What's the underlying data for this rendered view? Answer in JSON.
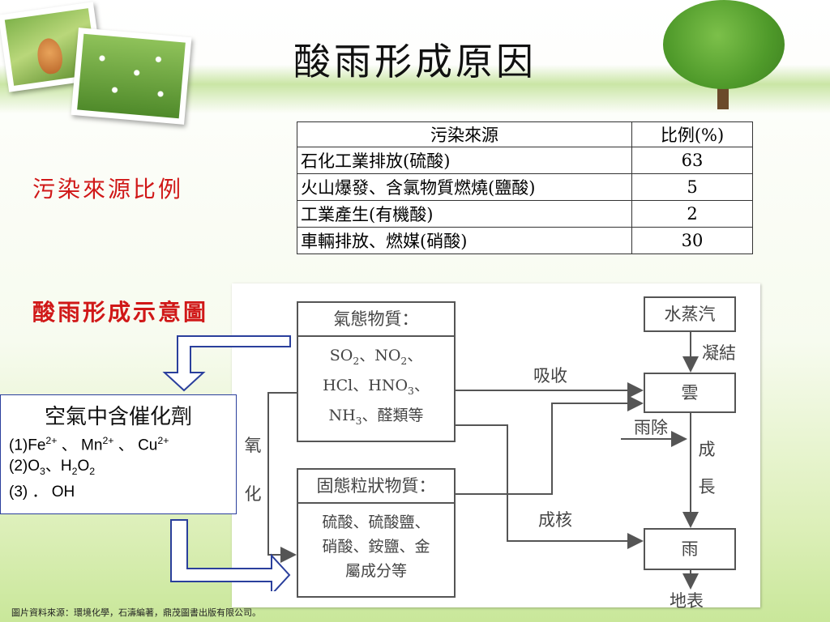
{
  "title": "酸雨形成原因",
  "table": {
    "headers": [
      "污染來源",
      "比例(%)"
    ],
    "rows": [
      {
        "source": "石化工業排放(硫酸)",
        "pct": "63"
      },
      {
        "source": "火山爆發、含氯物質燃燒(鹽酸)",
        "pct": "5"
      },
      {
        "source": "工業產生(有機酸)",
        "pct": "2"
      },
      {
        "source": "車輛排放、燃媒(硝酸)",
        "pct": "30"
      }
    ]
  },
  "labels": {
    "source_ratio": "污染來源比例",
    "diagram_title": "酸雨形成示意圖"
  },
  "diagram": {
    "gas_box_title": "氣態物質：",
    "gas_line1_a": "SO",
    "gas_line1_b": "2",
    "gas_line1_c": "、NO",
    "gas_line1_d": "2",
    "gas_line1_e": "、",
    "gas_line2_a": "HCl、HNO",
    "gas_line2_b": "3",
    "gas_line2_c": "、",
    "gas_line3_a": "NH",
    "gas_line3_b": "3",
    "gas_line3_c": "、醛類等",
    "solid_box_title": "固態粒狀物質：",
    "solid_line1": "硫酸、硫酸鹽、",
    "solid_line2": "硝酸、銨鹽、金",
    "solid_line3": "屬成分等",
    "vapor": "水蒸汽",
    "condense": "凝結",
    "cloud": "雲",
    "absorb": "吸收",
    "rain_removal": "雨除",
    "grow_1": "成",
    "grow_2": "長",
    "nucleation": "成核",
    "rain": "雨",
    "ground": "地表",
    "oxidize_1": "氧",
    "oxidize_2": "化"
  },
  "catalyst": {
    "title": "空氣中含催化劑",
    "line1_a": "(1)Fe",
    "line1_b": "2+",
    "line1_c": " 、 Mn",
    "line1_d": "2+",
    "line1_e": " 、 Cu",
    "line1_f": "2+",
    "line2_a": "(2)O",
    "line2_b": "3",
    "line2_c": "、H",
    "line2_d": "2",
    "line2_e": "O",
    "line2_f": "2",
    "line3": "(3) ． OH"
  },
  "caption": "圖片資料來源：環境化學，石濤編著，鼎茂圖書出版有限公司。"
}
